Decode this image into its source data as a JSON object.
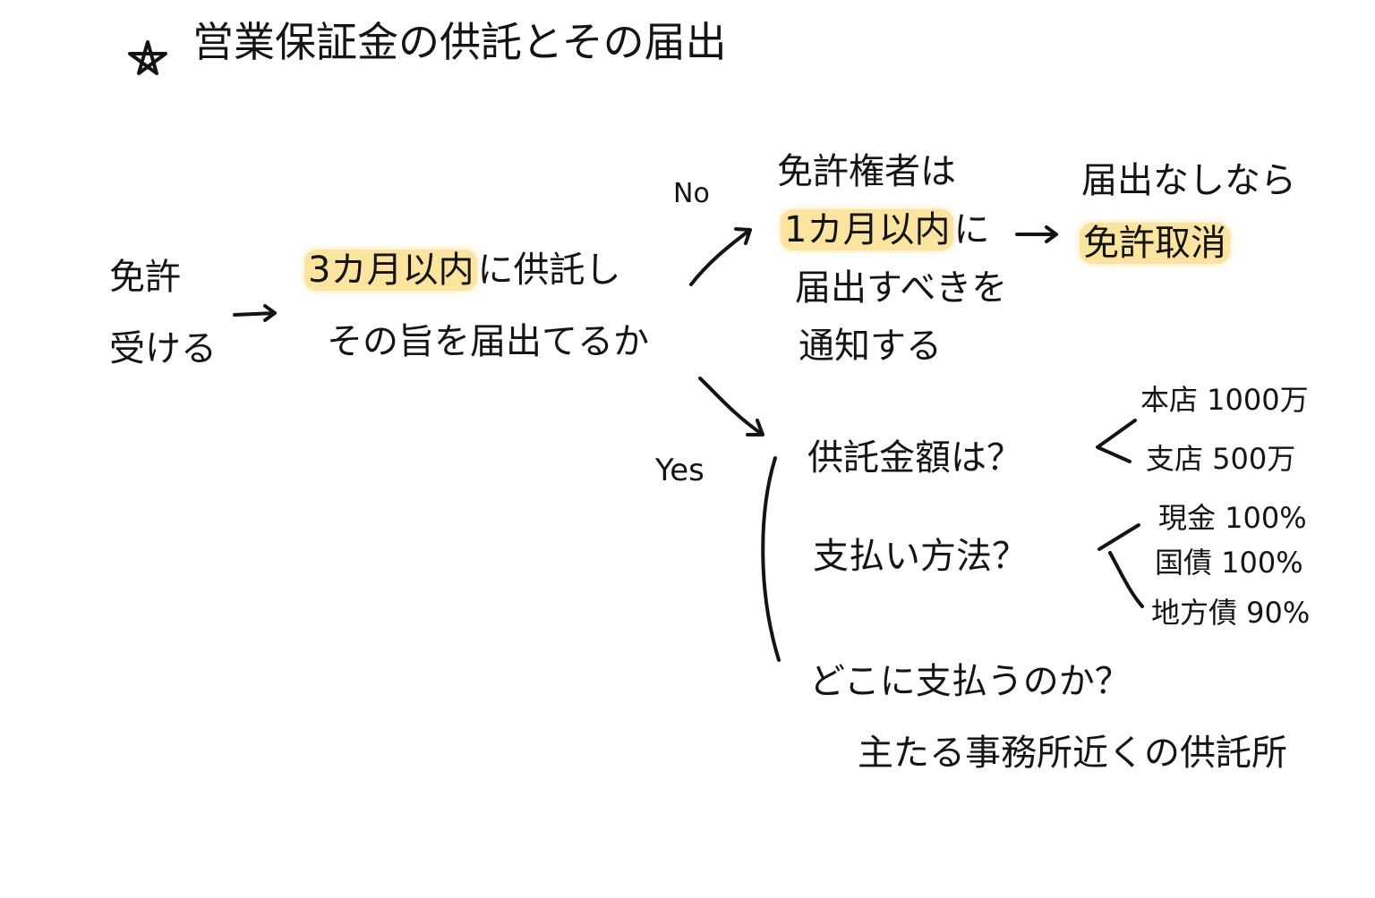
{
  "title": {
    "icon": "star-icon",
    "text": "営業保証金の供託とその届出"
  },
  "start": {
    "line1": "免許",
    "line2": "受ける"
  },
  "step1": {
    "highlight": "3カ月以内",
    "line1_rest": "に供託し",
    "line2": "その旨を届出てるか"
  },
  "branch_no": {
    "label": "No",
    "line1": "免許権者は",
    "line2_highlight": "1カ月以内",
    "line2_rest": "に",
    "line3": "届出すべきを",
    "line4": "通知する"
  },
  "no_result": {
    "line1": "届出なしなら",
    "highlight": "免許取消"
  },
  "branch_yes": {
    "label": "Yes",
    "q1": "供託金額は？",
    "q1_answers": [
      "本店 1000万",
      "支店 500万"
    ],
    "q2": "支払い方法？",
    "q2_answers": [
      "現金 100%",
      "国債 100%",
      "地方債 90%"
    ],
    "q3": "どこに支払うのか？",
    "q3_answer": "主たる事務所近くの供託所"
  },
  "colors": {
    "ink": "#141414",
    "highlight": "#F5CD50",
    "background": "#FFFFFF"
  }
}
